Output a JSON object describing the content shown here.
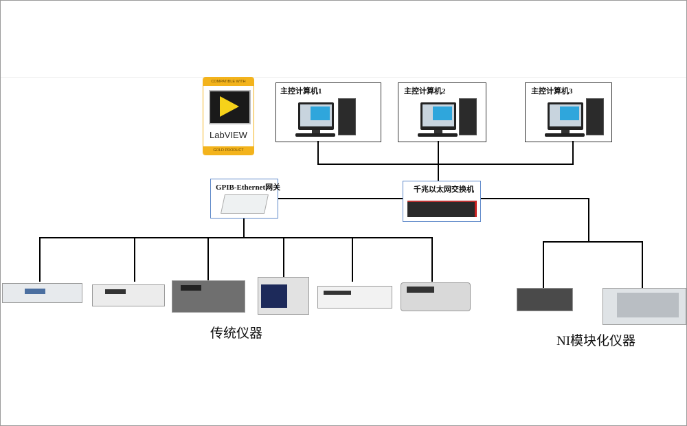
{
  "logo": {
    "top_text": "COMPATIBLE WITH",
    "name": "LabVIEW",
    "bottom_text": "GOLD PRODUCT",
    "accent": "#f3b31c"
  },
  "computers": [
    {
      "label": "主控计算机1"
    },
    {
      "label": "主控计算机2"
    },
    {
      "label": "主控计算机3"
    }
  ],
  "gateway": {
    "label": "GPIB-Ethernet网关",
    "border_color": "#5b86c8"
  },
  "switch": {
    "label": "千兆以太网交换机",
    "border_color": "#5b86c8"
  },
  "traditional_instruments": {
    "label": "传统仪器",
    "items": [
      "power-supply-1",
      "power-supply-2",
      "signal-source",
      "oscilloscope",
      "function-generator",
      "digital-multimeter"
    ]
  },
  "ni_instruments": {
    "label": "NI模块化仪器",
    "items": [
      "compactdaq-chassis",
      "pxi-chassis"
    ]
  }
}
